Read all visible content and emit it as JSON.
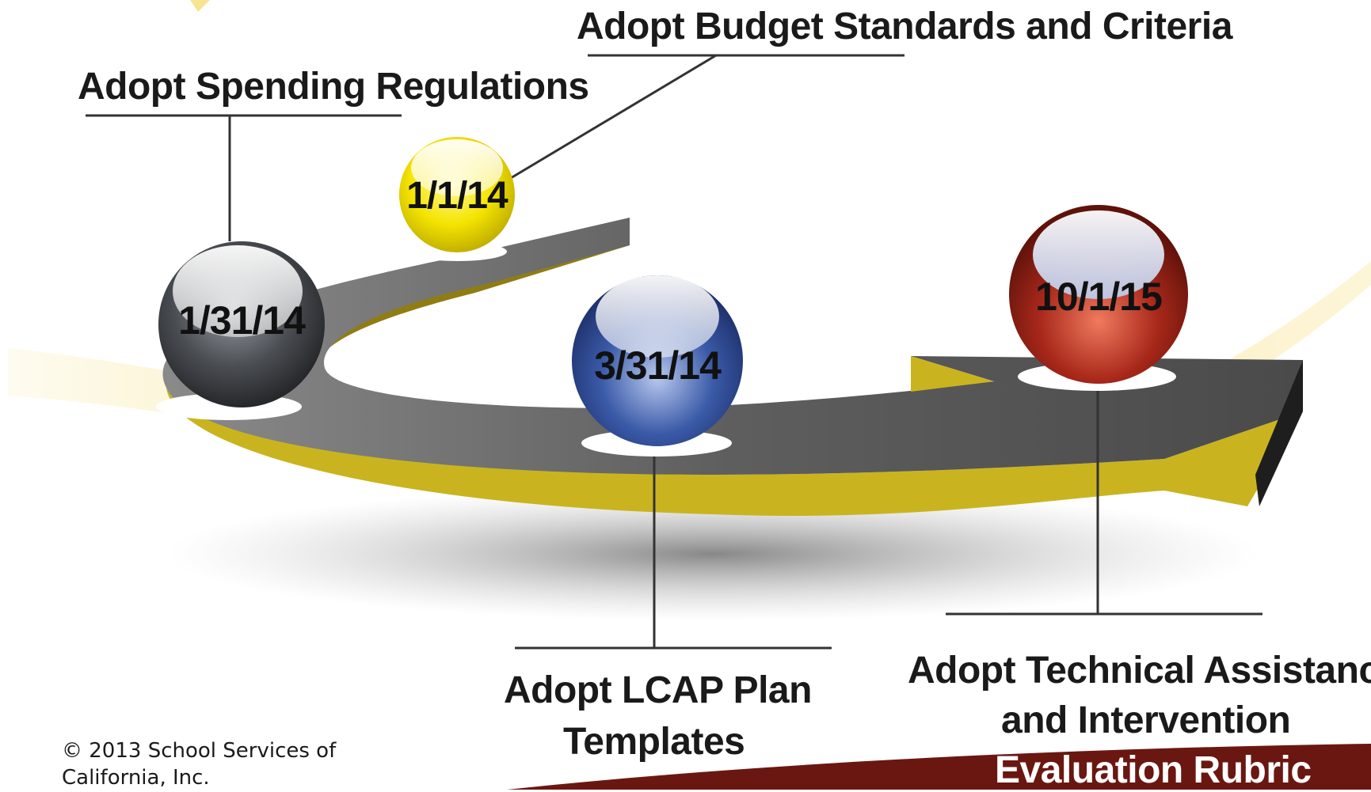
{
  "milestones": [
    {
      "date": "1/31/14",
      "label": "Adopt Spending Regulations",
      "color": "#4a4d52"
    },
    {
      "date": "1/1/14",
      "label": "Adopt Budget Standards and Criteria",
      "color": "#f5e400"
    },
    {
      "date": "3/31/14",
      "label_line1": "Adopt LCAP Plan",
      "label_line2": "Templates",
      "color": "#3a5aa8"
    },
    {
      "date": "10/1/15",
      "label_line1": "Adopt Technical Assistance",
      "label_line2": "and Intervention",
      "label_line3": "Evaluation Rubric",
      "color": "#a8281a"
    }
  ],
  "copyright": "© 2013 School Services of California, Inc.",
  "colors": {
    "arrow_top": "#5a5a5a",
    "arrow_side": "#c9b420",
    "accent_band": "#6a1712",
    "swoosh": "#f2d24a"
  }
}
